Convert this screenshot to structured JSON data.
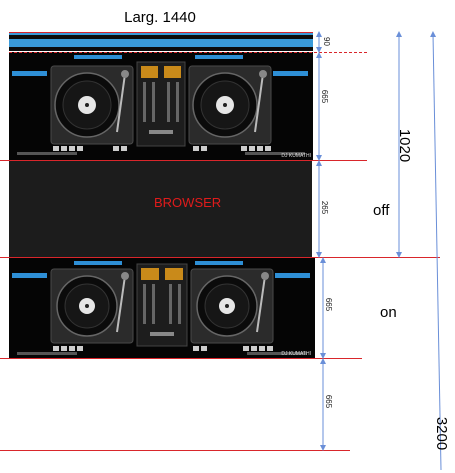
{
  "header": {
    "width_label": "Larg. 1440"
  },
  "sections": {
    "top_bar": "90",
    "deck_off": "665",
    "browser": "265",
    "deck_on": "665",
    "empty": "665"
  },
  "browser_label": "BROWSER",
  "state_labels": {
    "off": "off",
    "on": "on"
  },
  "totals": {
    "off_total": "1020",
    "on_total": "3200"
  },
  "logo_text": "DJ KUMATHI",
  "colors": {
    "accent_blue": "#3a9ad9",
    "guide_red": "#d9262b",
    "arrow_blue": "#6a8fd8"
  }
}
